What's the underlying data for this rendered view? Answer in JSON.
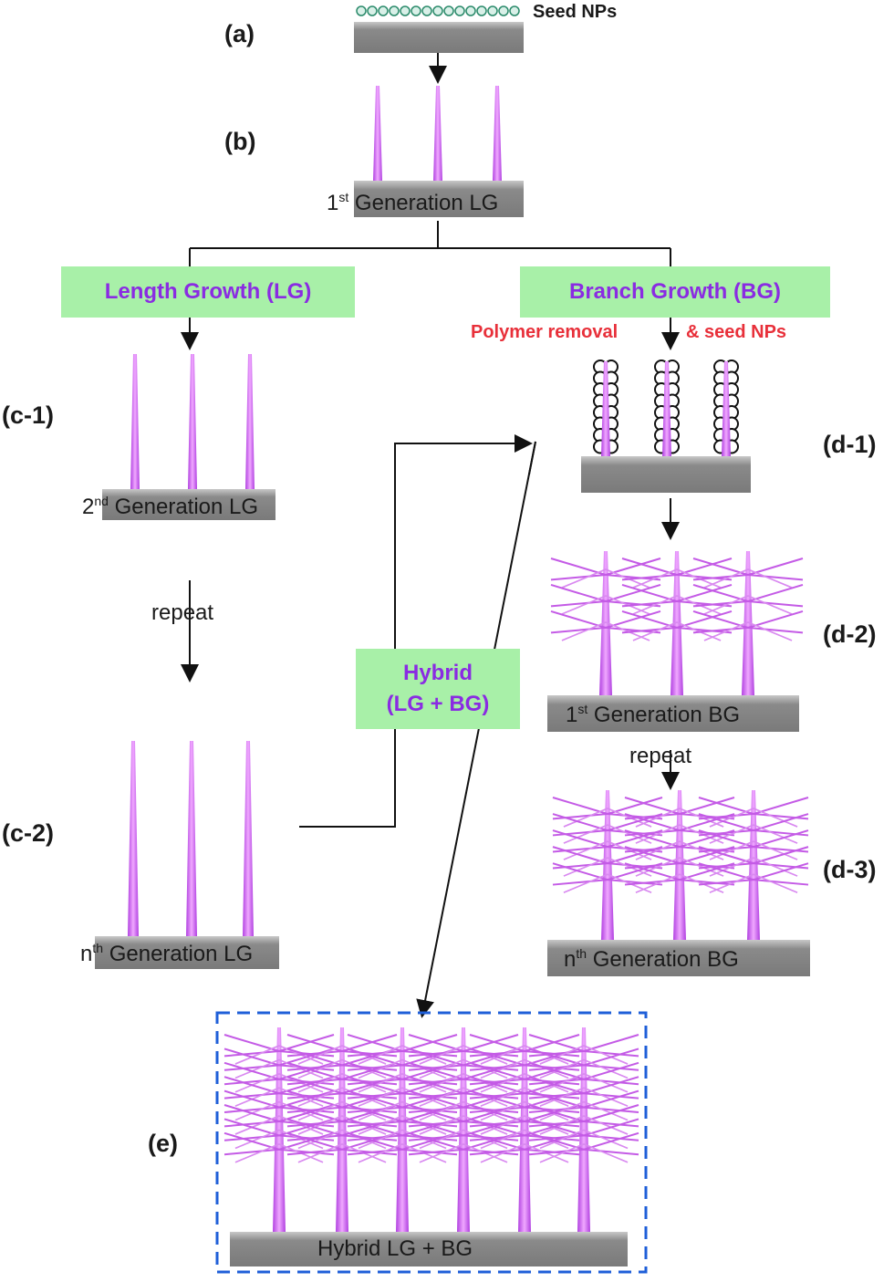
{
  "panels": {
    "a": "(a)",
    "b": "(b)",
    "c1": "(c-1)",
    "c2": "(c-2)",
    "d1": "(d-1)",
    "d2": "(d-2)",
    "d3": "(d-3)",
    "e": "(e)"
  },
  "seed_label": "Seed NPs",
  "gen1_lg": {
    "sup": "st",
    "prefix": "1",
    "text": "Generation LG"
  },
  "gen2_lg": {
    "sup": "nd",
    "prefix": "2",
    "text": "Generation LG"
  },
  "genn_lg": {
    "sup": "th",
    "prefix": "n",
    "text": "Generation LG"
  },
  "gen1_bg": {
    "sup": "st",
    "prefix": "1",
    "text": "Generation BG"
  },
  "genn_bg": {
    "sup": "th",
    "prefix": "n",
    "text": "Generation BG"
  },
  "length_growth": "Length Growth (LG)",
  "branch_growth": "Branch Growth (BG)",
  "polymer_removal": "Polymer removal",
  "amp_seed": "&  seed NPs",
  "repeat_left": "repeat",
  "repeat_right": "repeat",
  "hybrid_line1": "Hybrid",
  "hybrid_line2": "(LG + BG)",
  "hybrid_label": "Hybrid LG + BG",
  "colors": {
    "rod": "#cc55ee",
    "substrate": "#8c8c8c",
    "box": "#a8f0a8",
    "box_text": "#8a2be2",
    "note": "#e8303a",
    "dash": "#1f5fd8"
  }
}
